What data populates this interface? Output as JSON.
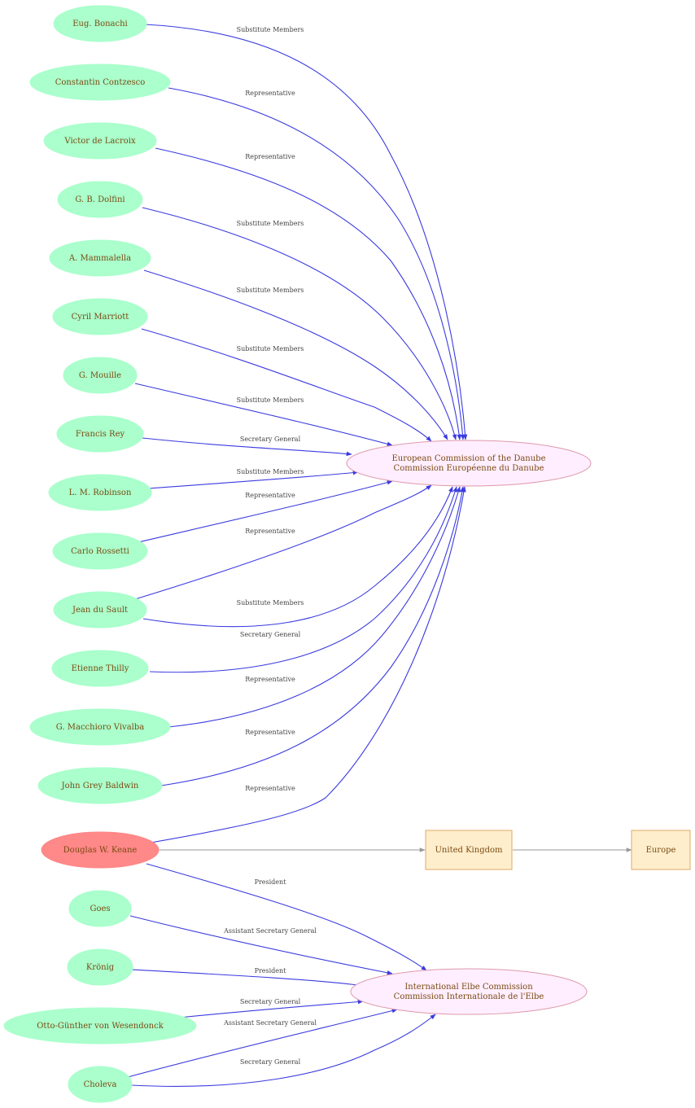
{
  "colors": {
    "person_fill": "#aaffcc",
    "person_fill_highlight": "#ff8888",
    "org_fill": "#ffeeff",
    "org_stroke": "#dd99aa",
    "place_fill": "#ffeecc",
    "place_stroke": "#ddaa66",
    "edge_blue": "#3b3be0",
    "edge_grey": "#999999",
    "label_text": "#7a4a12"
  },
  "nodes": {
    "bonachi": "Eug. Bonachi",
    "contzesco": "Constantin Contzesco",
    "lacroix": "Victor de Lacroix",
    "dolfini": "G. B. Dolfini",
    "mammalella": "A. Mammalella",
    "marriott": "Cyril Marriott",
    "mouille": "G. Mouille",
    "rey": "Francis Rey",
    "robinson": "L. M. Robinson",
    "rossetti": "Carlo Rossetti",
    "sault": "Jean du Sault",
    "thilly": "Etienne Thilly",
    "vivalba": "G. Macchioro Vivalba",
    "baldwin": "John Grey Baldwin",
    "keane": "Douglas W. Keane",
    "goes": "Goes",
    "kronig": "Krönig",
    "wesendonck": "Otto-Günther von Wesendonck",
    "choleva": "Choleva",
    "danube_line1": "European Commission of the Danube",
    "danube_line2": "Commission Européenne du Danube",
    "elbe_line1": "International Elbe Commission",
    "elbe_line2": "Commission Internationale de l'Elbe",
    "uk": "United Kingdom",
    "europe": "Europe"
  },
  "edge_labels": {
    "bonachi": "Substitute Members",
    "contzesco": "Representative",
    "lacroix": "Representative",
    "dolfini": "Substitute Members",
    "mammalella": "Substitute Members",
    "marriott": "Substitute Members",
    "mouille": "Substitute Members",
    "rey": "Secretary General",
    "robinson": "Substitute Members",
    "rossetti": "Representative",
    "sault_1": "Representative",
    "sault_2": "Substitute Members",
    "thilly": "Secretary General",
    "vivalba": "Representative",
    "baldwin": "Representative",
    "keane_danube": "Representative",
    "keane_elbe": "President",
    "goes": "Assistant Secretary General",
    "kronig": "President",
    "wesendonck": "Secretary General",
    "choleva_1": "Assistant Secretary General",
    "choleva_2": "Secretary General"
  }
}
